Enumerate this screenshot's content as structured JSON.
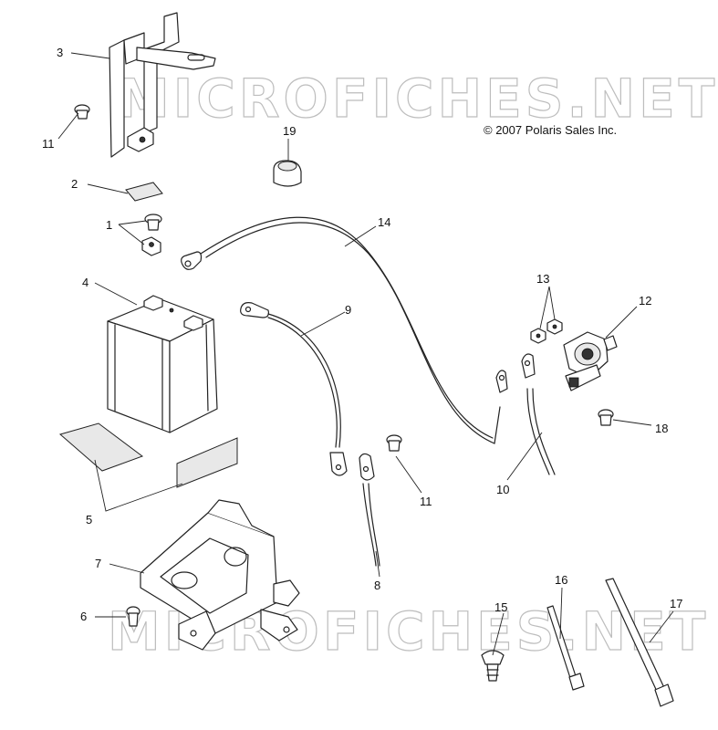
{
  "watermark": {
    "text_top": "MICROFICHES.NET",
    "text_bottom": "MICROFICHES.NET"
  },
  "copyright": "© 2007 Polaris Sales Inc.",
  "callouts": {
    "c1": "1",
    "c2": "2",
    "c3": "3",
    "c4": "4",
    "c5": "5",
    "c6": "6",
    "c7": "7",
    "c8": "8",
    "c9": "9",
    "c10": "10",
    "c11a": "11",
    "c11b": "11",
    "c12": "12",
    "c13": "13",
    "c14": "14",
    "c15": "15",
    "c16": "16",
    "c17": "17",
    "c18": "18",
    "c19": "19"
  }
}
